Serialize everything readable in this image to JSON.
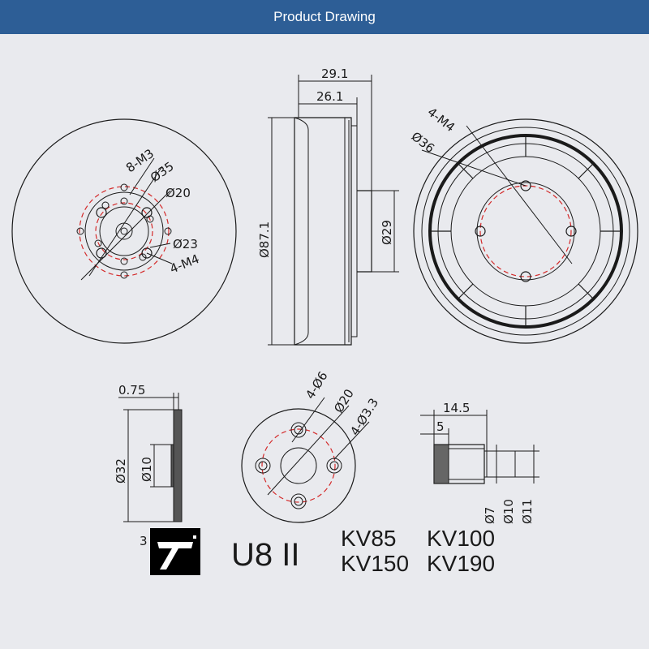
{
  "header": {
    "title": "Product Drawing"
  },
  "colors": {
    "header_bg": "#2d5e96",
    "background": "#e9eaee",
    "centerline": "#d42a2a"
  },
  "front_view": {
    "labels": {
      "d1": "8-M3",
      "d2": "Ø35",
      "d3": "Ø20",
      "d4": "Ø23",
      "d5": "4-M4"
    }
  },
  "side_view": {
    "labels": {
      "w1": "29.1",
      "w2": "26.1",
      "h1": "Ø87.1",
      "h2": "Ø29"
    }
  },
  "back_view": {
    "labels": {
      "d1": "4-M4",
      "d2": "Ø36"
    }
  },
  "plate_side": {
    "labels": {
      "t": "0.75",
      "h1": "Ø32",
      "h2": "Ø10"
    }
  },
  "plate_front": {
    "labels": {
      "d1": "4-Ø6",
      "d2": "Ø20",
      "d3": "4-Ø3.3"
    }
  },
  "bushing": {
    "labels": {
      "w1": "14.5",
      "w2": "5",
      "d1": "Ø7",
      "d2": "Ø10",
      "d3": "Ø11"
    }
  },
  "logo": {
    "prefix": "3",
    "letter": "T"
  },
  "product": {
    "model": "U8 II",
    "kv": [
      "KV85",
      "KV100",
      "KV150",
      "KV190"
    ]
  }
}
